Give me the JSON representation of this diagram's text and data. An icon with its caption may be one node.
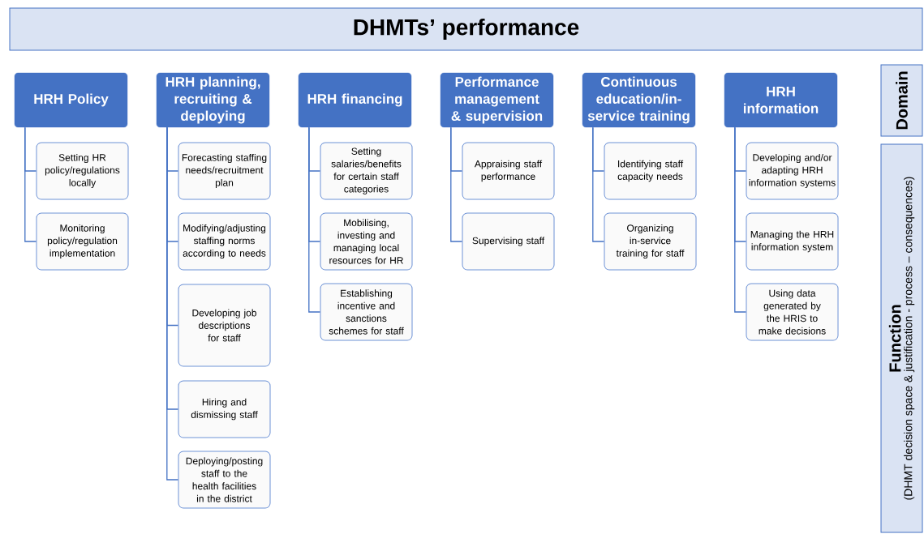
{
  "diagram": {
    "title": "DHMTs’ performance",
    "nodes": [
      {
        "text": [
          "HRH Policy"
        ]
      },
      {
        "text": [
          "Setting HR policy/regulations locally"
        ]
      },
      {
        "text": [
          "Monitoring policy/regulation implementation"
        ]
      },
      {
        "text": [
          "HRH planning, recruiting & deploying"
        ]
      },
      {
        "text": [
          "Forecasting staffing needs/recruitment plan"
        ]
      },
      {
        "text": [
          "Modifying/adjusting staffing norms according to needs"
        ]
      },
      {
        "text": [
          "Developing job descriptions for staff"
        ]
      },
      {
        "text": [
          "Hiring and dismissing staff"
        ]
      },
      {
        "text": [
          "Deploying/posting staff to the health facilities in the district"
        ]
      },
      {
        "text": [
          "HRH financing"
        ]
      },
      {
        "text": [
          "Setting salaries/benefits for certain staff categories"
        ]
      },
      {
        "text": [
          "Mobilising, investing and managing local resources for HR"
        ]
      },
      {
        "text": [
          "Establishing incentive and sanctions schemes for staff"
        ]
      },
      {
        "text": [
          "Performance management & supervision"
        ]
      },
      {
        "text": [
          "Appraising staff performance"
        ]
      },
      {
        "text": [
          "Supervising staff"
        ]
      },
      {
        "text": [
          "Continuous education/in-service training"
        ]
      },
      {
        "text": [
          "Identifying staff capacity needs"
        ]
      },
      {
        "text": [
          "Organizing in-service training for staff"
        ]
      },
      {
        "text": [
          "HRH information"
        ]
      },
      {
        "text": [
          "Developing and/or adapting HRH information systems"
        ]
      },
      {
        "text": [
          "Managing the HRH information system"
        ]
      },
      {
        "text": [
          "Using data generated by the HRIS to make decisions"
        ]
      },
      {
        "text": [
          "Domain"
        ]
      },
      {
        "text": [
          "Function",
          "(DHMT decision space & justification - process – consequences)"
        ]
      }
    ],
    "edges": [
      {
        "from": 0,
        "to": 1,
        "arrow": "none"
      },
      {
        "from": 0,
        "to": 2,
        "arrow": "none"
      },
      {
        "from": 3,
        "to": 4,
        "arrow": "none"
      },
      {
        "from": 3,
        "to": 5,
        "arrow": "none"
      },
      {
        "from": 3,
        "to": 6,
        "arrow": "none"
      },
      {
        "from": 3,
        "to": 7,
        "arrow": "none"
      },
      {
        "from": 3,
        "to": 8,
        "arrow": "none"
      },
      {
        "from": 9,
        "to": 10,
        "arrow": "none"
      },
      {
        "from": 9,
        "to": 11,
        "arrow": "none"
      },
      {
        "from": 9,
        "to": 12,
        "arrow": "none"
      },
      {
        "from": 13,
        "to": 14,
        "arrow": "none"
      },
      {
        "from": 13,
        "to": 15,
        "arrow": "none"
      },
      {
        "from": 16,
        "to": 17,
        "arrow": "none"
      },
      {
        "from": 16,
        "to": 18,
        "arrow": "none"
      },
      {
        "from": 19,
        "to": 20,
        "arrow": "none"
      },
      {
        "from": 19,
        "to": 21,
        "arrow": "none"
      },
      {
        "from": 19,
        "to": 22,
        "arrow": "none"
      }
    ]
  }
}
